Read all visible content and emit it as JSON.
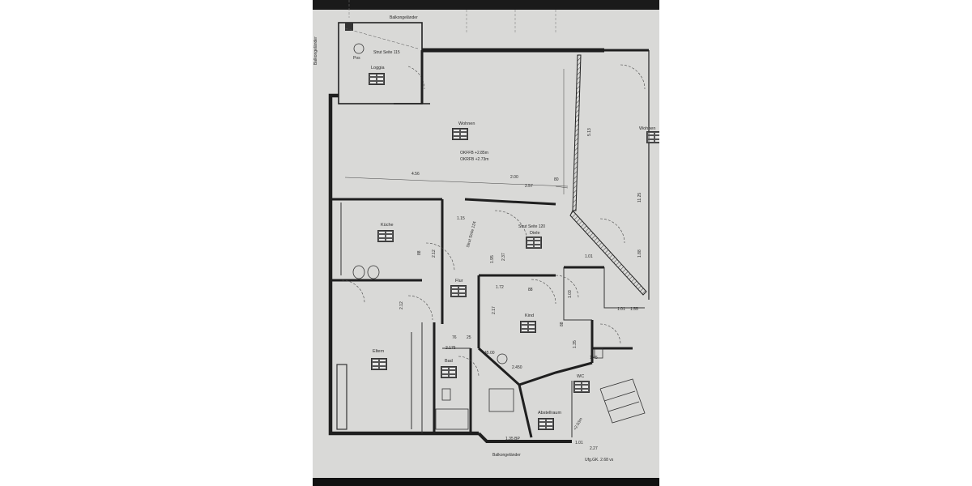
{
  "labels": {
    "balkon_top": "Balkongeländer",
    "balkon_side": "Balkongeländer",
    "balkon_bottom": "Balkongeländer",
    "loggia": "Loggia",
    "wohnen": "Wohnen",
    "wohnen_right": "Wohnen",
    "kueche": "Küche",
    "diele": "Diele",
    "flur": "Flur",
    "kind": "Kind",
    "eltern": "Eltern",
    "bad": "Bad",
    "wc": "WC",
    "abstellraum": "Abstellraum",
    "strut_loggia": "Strut Seite 115",
    "strut_diele": "Strut Seite 120",
    "strut_flur": "Strut Seite 124",
    "okff1": "OKFFB +2.85m",
    "okff2": "OKRFB +2.73m",
    "pos": "Pos"
  },
  "dimensions": {
    "d456": "4.56",
    "d200": "2.00",
    "d257": "2.57",
    "d80a": "80",
    "d513": "5.13",
    "d115": "1.15",
    "d1125": "11.25",
    "d212a": "2.12",
    "d212b": "2.12",
    "d237": "2.37",
    "d195": "1.95",
    "d88a": "88",
    "d88b": "88",
    "d172": "1.72",
    "d217": "2.17",
    "d76": "76",
    "d25": "25",
    "d2175": "2.175",
    "d4500": "45.00",
    "d2450": "2.450",
    "d103": "1.03",
    "d135": "1.35",
    "d101a": "1.01",
    "d101b": "1.01",
    "d188": "1.88",
    "d155": "1.55",
    "d135b": "1.35 BP",
    "d227": "2.27",
    "d101c": "1.01",
    "d145": "1.45",
    "d88c": "88",
    "area": "+2.53m",
    "ufg": "Ufg.GK. 2.68 vs"
  }
}
